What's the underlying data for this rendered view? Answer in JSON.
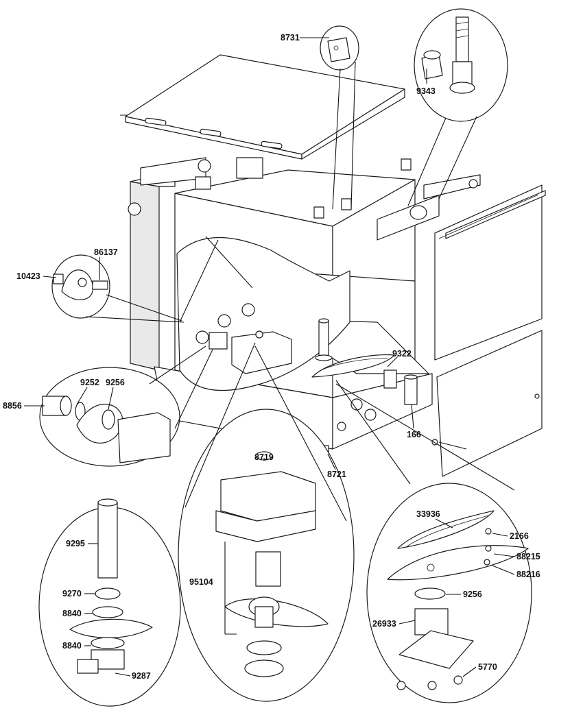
{
  "labels": {
    "p8731": "8731",
    "p9343": "9343",
    "p86137": "86137",
    "p10423": "10423",
    "p9322": "9322",
    "p8856": "8856",
    "p9252": "9252",
    "p9256a": "9256",
    "p166": "166",
    "p8721": "8721",
    "p8719": "8719",
    "p95104": "95104",
    "p9295": "9295",
    "p9270": "9270",
    "p8840a": "8840",
    "p8840b": "8840",
    "p9287": "9287",
    "p33936": "33936",
    "p2166": "2166",
    "p88215": "88215",
    "p88216": "88216",
    "p9256b": "9256",
    "p26933": "26933",
    "p5770": "5770"
  }
}
